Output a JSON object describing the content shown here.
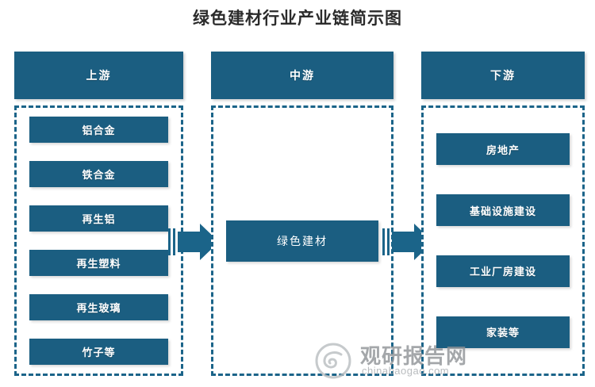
{
  "title": "绿色建材行业产业链简示图",
  "accent_color": "#1b5e81",
  "dash_color": "#1b6489",
  "columns": [
    {
      "key": "upstream",
      "header": "上游",
      "items": [
        {
          "label": "铝合金"
        },
        {
          "label": "铁合金"
        },
        {
          "label": "再生铝"
        },
        {
          "label": "再生塑料"
        },
        {
          "label": "再生玻璃"
        },
        {
          "label": "竹子等"
        }
      ]
    },
    {
      "key": "midstream",
      "header": "中游",
      "items": [
        {
          "label": "绿色建材"
        }
      ]
    },
    {
      "key": "downstream",
      "header": "下游",
      "items": [
        {
          "label": "房地产"
        },
        {
          "label": "基础设施建设"
        },
        {
          "label": "工业厂房建设"
        },
        {
          "label": "家装等"
        }
      ]
    }
  ],
  "arrows": [
    {
      "name": "arrow-upstream-to-midstream",
      "direction": "right"
    },
    {
      "name": "arrow-midstream-to-downstream",
      "direction": "right"
    }
  ],
  "watermark": {
    "brand": "观研报告网",
    "domain": "chinabaogao.com"
  }
}
